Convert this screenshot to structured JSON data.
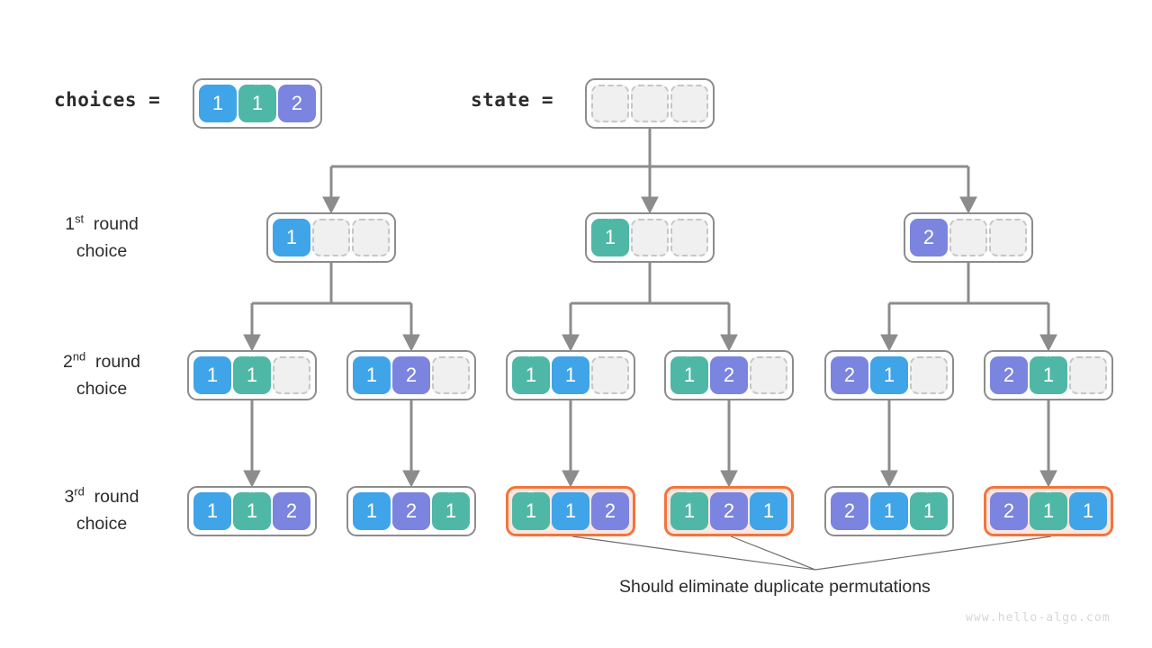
{
  "meta": {
    "watermark": "www.hello-algo.com",
    "colors": {
      "value_1": "#3fa4e8",
      "value_1_dup": "#4fb7a5",
      "value_2": "#7b84de",
      "empty_cell": "#f0f0f0",
      "box_border": "#8c8c8c",
      "highlight_border": "#f4743b",
      "highlight_fill": "#fbe6e0",
      "edge": "#8c8c8c",
      "annotation_line": "#6e6e6e",
      "text": "#2b2b2b"
    }
  },
  "header": {
    "choices_label": "choices =",
    "choices_cells": [
      "1",
      "1̂",
      "2"
    ],
    "state_label": "state =",
    "state_cells": [
      "",
      "",
      ""
    ]
  },
  "rows": [
    {
      "label_line1": "1st round",
      "label_line2": "choice",
      "ordinal_number": "1",
      "ordinal_suffix": "st",
      "nodes": [
        {
          "cells": [
            "1",
            "",
            ""
          ],
          "highlight": false
        },
        {
          "cells": [
            "1̂",
            "",
            ""
          ],
          "highlight": false
        },
        {
          "cells": [
            "2",
            "",
            ""
          ],
          "highlight": false
        }
      ]
    },
    {
      "label_line1": "2nd round",
      "label_line2": "choice",
      "ordinal_number": "2",
      "ordinal_suffix": "nd",
      "nodes": [
        {
          "cells": [
            "1",
            "1̂",
            ""
          ],
          "highlight": false
        },
        {
          "cells": [
            "1",
            "2",
            ""
          ],
          "highlight": false
        },
        {
          "cells": [
            "1̂",
            "1",
            ""
          ],
          "highlight": false
        },
        {
          "cells": [
            "1̂",
            "2",
            ""
          ],
          "highlight": false
        },
        {
          "cells": [
            "2",
            "1",
            ""
          ],
          "highlight": false
        },
        {
          "cells": [
            "2",
            "1̂",
            ""
          ],
          "highlight": false
        }
      ]
    },
    {
      "label_line1": "3rd round",
      "label_line2": "choice",
      "ordinal_number": "3",
      "ordinal_suffix": "rd",
      "nodes": [
        {
          "cells": [
            "1",
            "1̂",
            "2"
          ],
          "highlight": false
        },
        {
          "cells": [
            "1",
            "2",
            "1̂"
          ],
          "highlight": false
        },
        {
          "cells": [
            "1̂",
            "1",
            "2"
          ],
          "highlight": true
        },
        {
          "cells": [
            "1̂",
            "2",
            "1"
          ],
          "highlight": true
        },
        {
          "cells": [
            "2",
            "1",
            "1̂"
          ],
          "highlight": false
        },
        {
          "cells": [
            "2",
            "1̂",
            "1"
          ],
          "highlight": true
        }
      ]
    }
  ],
  "annotation": {
    "text": "Should eliminate duplicate permutations"
  }
}
